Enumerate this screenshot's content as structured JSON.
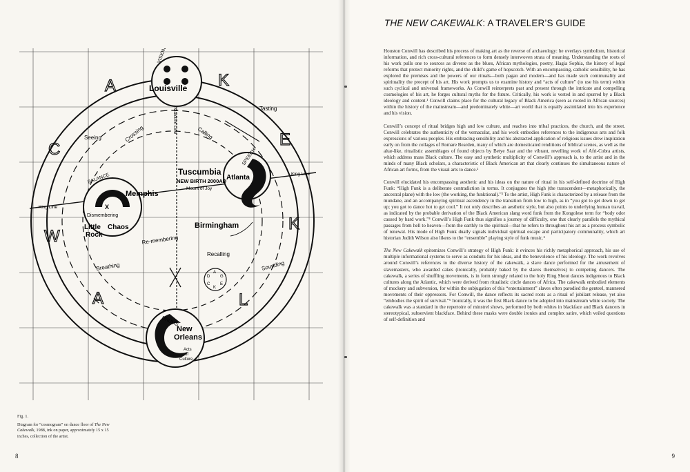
{
  "left_page": {
    "diagram": {
      "letters": [
        "A",
        "K",
        "C",
        "E",
        "W",
        "K",
        "A",
        "L"
      ],
      "places": {
        "louisville": "Louisville",
        "memphis": "Memphis",
        "little_rock_1": "Little",
        "little_rock_2": "Rock",
        "tuscumbia": "Tuscumbia",
        "new_birth": "NEW BIRTH 2000AD",
        "mount_of_joy": "Mount of Joy",
        "atlanta": "Atlanta",
        "birmingham": "Birmingham",
        "new_orleans_1": "New",
        "new_orleans_2": "Orleans",
        "chaos": "Chaos",
        "dismembering": "Dismembering"
      },
      "labels": {
        "vision": "VISION",
        "balance": "BALANCE",
        "speech": "SPEECH",
        "drums": "DRUMS",
        "seeing": "Seeing",
        "crossing": "Crossing",
        "calling": "Calling",
        "tasting": "Tasting",
        "king_line_left": "King Line",
        "king_line_right": "King Line",
        "malcolm_line": "Malcolm Line",
        "breathing": "Breathing",
        "sounding": "Sounding",
        "remembering": "Re-membering",
        "recalling": "Recalling",
        "acts_1": "Acts",
        "acts_2": "of",
        "acts_3": "Culture",
        "x_mark": "X",
        "wheel": [
          "A",
          "G",
          "E",
          "K",
          "C",
          "D"
        ]
      }
    },
    "caption": {
      "fig": "Fig. 1.",
      "text_1": "Diagram for “cosmogram” on dance floor of ",
      "text_title": "The New Cakewalk",
      "text_2": ", 1988, ink on paper, approximately 15 x 15 inches, collection of the artist."
    },
    "folio": "8"
  },
  "right_page": {
    "title_italic": "THE NEW CAKEWALK",
    "title_rest": ": A TRAVELER’S GUIDE",
    "paragraphs": [
      "Houston Conwill has described his process of making art as the reverse of archaeology: he overlays symbolism, historical information, and rich cross-cultural references to form densely interwoven strata of meaning. Understanding the roots of his work pulls one to sources as diverse as the blues, African mythologies, poetry, Hagia Sophia, the history of legal reforms that protect minority rights, and the child’s game of hopscotch. With an encompassing, catholic sensibility, he has explored the premises and the powers of our rituals—both pagan and modern—and has made such communality and spirituality the precept of his art. His work prompts us to examine history and “acts of culture” (to use his term) within such cyclical and universal frameworks. As Conwill reinterprets past and present through the intricate and compelling cosmologies of his art, he forges cultural myths for the future. Critically, his work is vested in and spurred by a Black ideology and content.¹ Conwill claims place for the cultural legacy of Black America (seen as rooted in African sources) within the history of the mainstream—and predominately white—art world that is equally assimilated into his experience and his vision.",
      "Conwill’s concept of ritual bridges high and low culture, and reaches into tribal practices, the church, and the street. Conwill celebrates the authenticity of the vernacular, and his work embodies references to the indigenous arts and folk expressions of various peoples. His embracing sensibility and his abstracted application of religious issues drew inspiration early on from the collages of Romare Bearden, many of which are domesticated renditions of biblical scenes, as well as the altar-like, ritualistic assemblages of found objects by Betye Saar and the vibrant, revelling work of Afri-Cobra artists, which address mass Black culture. The easy and synthetic multiplicity of Conwill’s approach is, to the artist and in the minds of many Black scholars, a characteristic of Black American art that clearly continues the simultaneous nature of African art forms, from the visual arts to dance.²",
      "Conwill elucidated his encompassing aesthetic and his ideas on the nature of ritual in his self-defined doctrine of High Funk: “High Funk is a deliberate contradiction in terms. It conjugates the high (the transcendent—metaphorically, the ancestral plane) with the low (the working, the funktional).”³ To the artist, High Funk is characterized by a release from the mundane, and an accompanying spiritual ascendency in the transition from low to high, as in “you got to get down to get up; you got to dance hot to get cool.” It not only describes an aesthetic style, but also points to underlying human travail, as indicated by the probable derivation of the Black American slang word funk from the Kongolese term for “body odor caused by hard work.”⁴ Conwill’s High Funk thus signifies a journey of difficulty, one that clearly parallels the mythical passages from hell to heaven—from the earthly to the spiritual—that he refers to throughout his art as a process symbolic of renewal. His mode of High Funk dually signals individual spiritual escape and participatory communality, which art historian Judith Wilson also likens to the “ensemble” playing style of funk music.⁵",
      "epitomizes Conwill’s strategy of High Funk: it evinces his richly metaphorical approach, his use of multiple informational systems to serve as conduits for his ideas, and the benevolence of his ideology. The work revolves around Conwill’s references to the diverse history of the cakewalk, a slave dance performed for the amusement of slavemasters, who awarded cakes (ironically, probably baked by the slaves themselves) to competing dancers. The cakewalk, a series of shuffling movements, is in form strongly related to the holy Ring Shout dances indigenous to Black cultures along the Atlantic, which were derived from ritualistic circle dances of Africa. The cakewalk embodied elements of mockery and subversion, for within the subjugation of this “entertainment” slaves often parodied the genteel, mannered movements of their oppressors. For Conwill, the dance reflects its sacred roots as a ritual of jubilant release, yet also “embodies the spirit of survival.”⁶ Ironically, it was the first Black dance to be adopted into mainstream white society. The cakewalk was a standard in the repertoire of minstrel shows, performed by both whites in blackface and Black dancers in stereotypical, subservient blackface. Behind these masks were double ironies and complex satire, which veiled questions of self-definition and"
    ],
    "para4_lead": "The New Cakewalk",
    "folio": "9"
  }
}
